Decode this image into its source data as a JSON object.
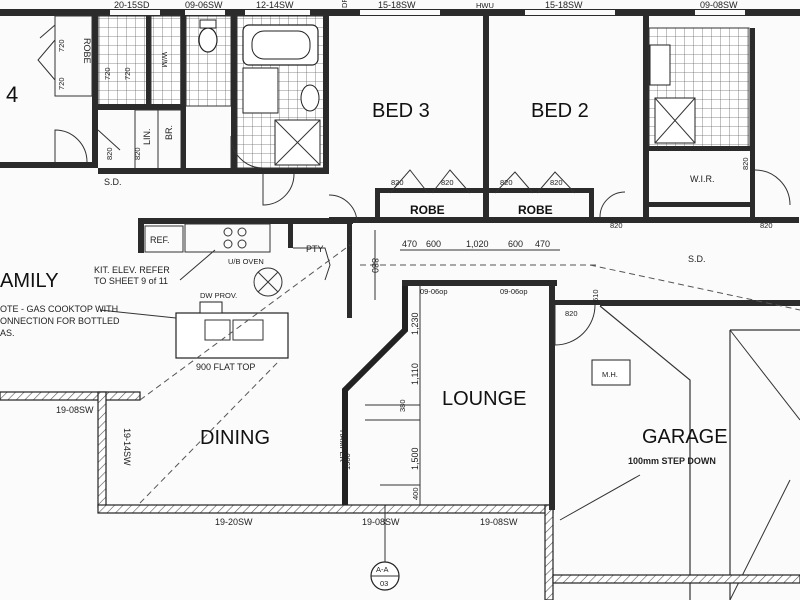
{
  "rooms": {
    "bed4_number": "4",
    "bed3": "BED 3",
    "bed2": "BED 2",
    "family": "AMILY",
    "dining": "DINING",
    "lounge": "LOUNGE",
    "garage": "GARAGE",
    "garage_note": "100mm STEP DOWN",
    "wir": "W.I.R.",
    "robe_bed3": "ROBE",
    "robe_bed2": "ROBE",
    "robe_bed4": "ROBE",
    "lin": "LIN.",
    "br": "BR.",
    "wm": "W/M",
    "mh": "M.H.",
    "hamper": "HAMPER",
    "pty": "PTY",
    "ref": "REF.",
    "uo_oven": "U/B OVEN",
    "dw_prov": "DW PROV.",
    "flat_top": "900 FLAT TOP"
  },
  "labels": {
    "sd_left": "S.D.",
    "sd_right": "S.D.",
    "hwu": "HWU",
    "dp": "DP",
    "kit_note_1": "KIT. ELEV. REFER",
    "kit_note_2": "TO SHEET 9 of 11",
    "gas_note_1": "OTE - GAS COOKTOP WITH",
    "gas_note_2": "ONNECTION FOR BOTTLED",
    "gas_note_3": "AS.",
    "section_a": "A-A",
    "section_sheet": "03"
  },
  "windows": {
    "w1": "20-15SD",
    "w2": "09-06SW",
    "w3": "12-14SW",
    "w4": "15-18SW",
    "w5": "15-18SW",
    "w6": "09-08SW",
    "w7": "19-08SW",
    "w8": "19-14SW",
    "w9": "19-20SW",
    "w10": "19-08SW",
    "w11": "19-08SW",
    "w12": "09-06op",
    "w13": "09-06op"
  },
  "dims": {
    "d720a": "720",
    "d720b": "720",
    "d820a": "820",
    "d820b": "820",
    "d820c": "820",
    "d820d": "820",
    "d820e": "820",
    "d820f": "820",
    "d820g": "820",
    "d820h": "820",
    "d820i": "820",
    "d820j": "820",
    "d720c": "720",
    "d720d": "720",
    "d470a": "470",
    "d600a": "600",
    "d1020": "1,020",
    "d600b": "600",
    "d470b": "470",
    "d880": "880",
    "d1230": "1,230",
    "d1110": "1,110",
    "d380": "380",
    "d1500": "1,500",
    "d400": "400",
    "d1500b": "1500",
    "d610": "610"
  }
}
